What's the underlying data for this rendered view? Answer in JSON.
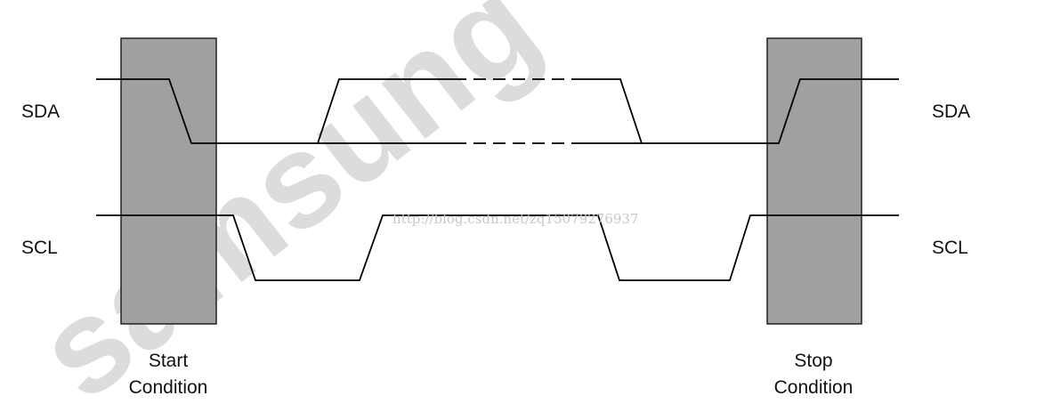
{
  "watermark": {
    "brand": "samsung",
    "url": "http://blog.csdn.net/zq15079276937"
  },
  "signals": {
    "sda": {
      "left_label": "SDA",
      "right_label": "SDA"
    },
    "scl": {
      "left_label": "SCL",
      "right_label": "SCL"
    }
  },
  "start_condition": {
    "line1": "Start",
    "line2": "Condition"
  },
  "stop_condition": {
    "line1": "Stop",
    "line2": "Condition"
  },
  "colors": {
    "condition_fill": "#a0a0a0",
    "waveform": "#000000",
    "watermark": "#dcdcdc"
  }
}
